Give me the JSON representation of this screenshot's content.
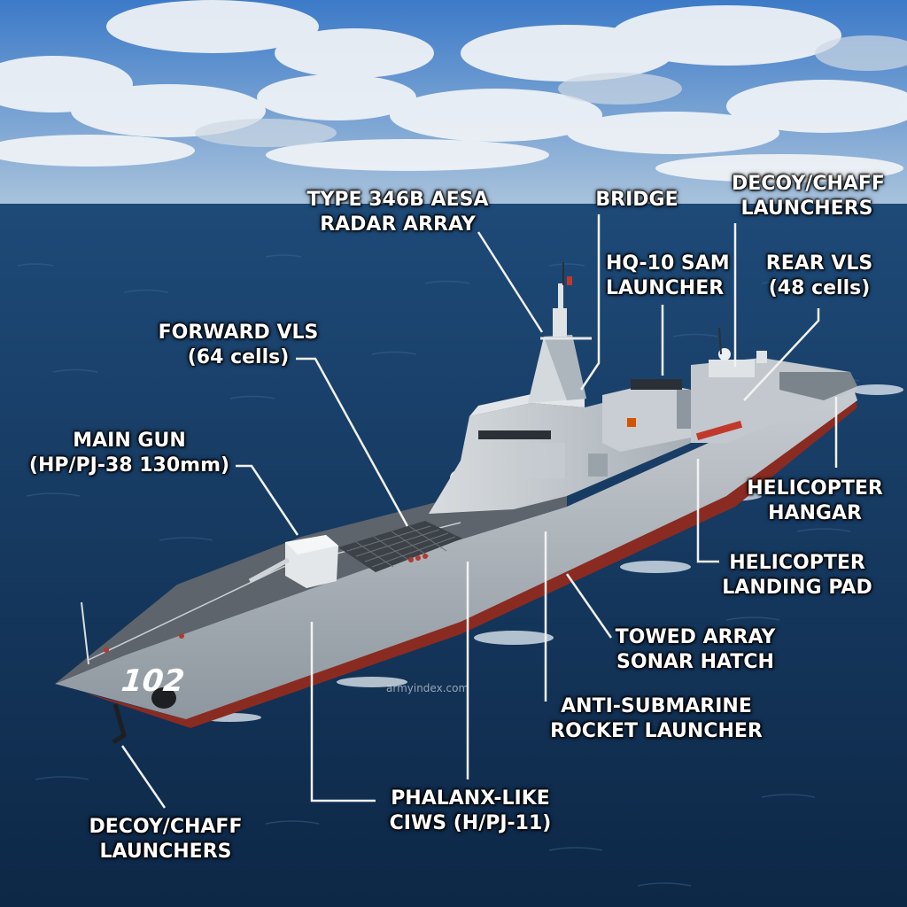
{
  "colors": {
    "sky_top": "#3c7ac8",
    "sky_horizon": "#a9c3dc",
    "sea_far": "#1e4a78",
    "sea_near": "#0d2746",
    "hull": "#b9c0c6",
    "hull_shadow": "#8e979f",
    "deck": "#5d646b",
    "waterline": "#8a2b22",
    "leader": "#f2f2f2"
  },
  "ship": {
    "hull_number": "102"
  },
  "watermark": "armyindex.com",
  "labels": {
    "radar": [
      "TYPE 346B AESA",
      "RADAR ARRAY"
    ],
    "bridge": [
      "BRIDGE"
    ],
    "decoy_rear": [
      "DECOY/CHAFF",
      "LAUNCHERS"
    ],
    "hq10": [
      "HQ-10 SAM",
      "LAUNCHER"
    ],
    "rear_vls": [
      "REAR VLS",
      "(48 cells)"
    ],
    "forward_vls": [
      "FORWARD VLS",
      "(64 cells)"
    ],
    "main_gun": [
      "MAIN GUN",
      "(HP/PJ-38 130mm)"
    ],
    "hangar": [
      "HELICOPTER",
      "HANGAR"
    ],
    "landing_pad": [
      "HELICOPTER",
      "LANDING PAD"
    ],
    "sonar": [
      "TOWED ARRAY",
      "SONAR HATCH"
    ],
    "asw_rocket": [
      "ANTI-SUBMARINE",
      "ROCKET LAUNCHER"
    ],
    "ciws": [
      "PHALANX-LIKE",
      "CIWS (H/PJ-11)"
    ],
    "decoy_bow": [
      "DECOY/CHAFF",
      "LAUNCHERS"
    ]
  }
}
